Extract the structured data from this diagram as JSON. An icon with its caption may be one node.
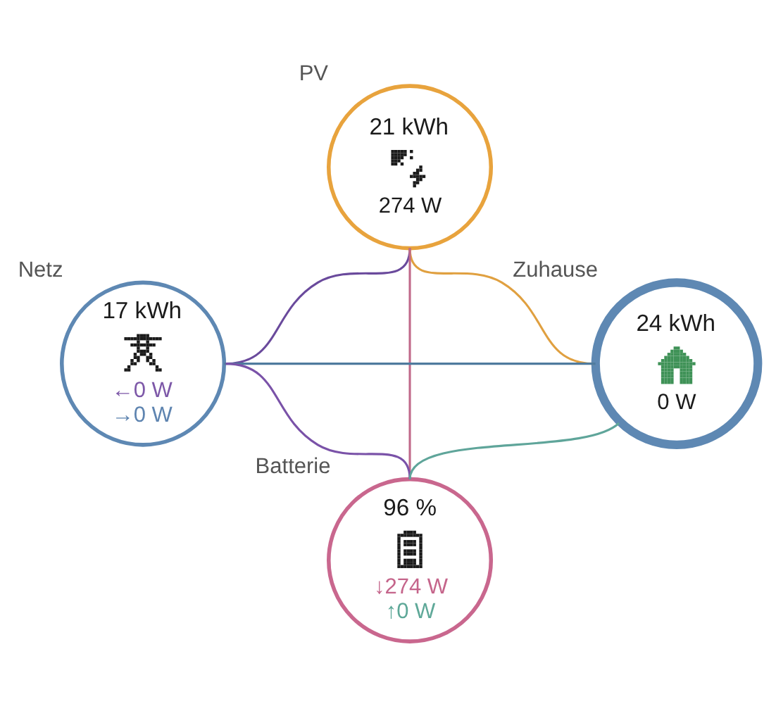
{
  "diagram": {
    "nodes": [
      {
        "text": [
          "21 kWh",
          "274 W"
        ],
        "beside": [
          "PV"
        ]
      },
      {
        "text": [
          "17 kWh",
          "←0 W",
          "→0 W"
        ],
        "beside": [
          "Netz"
        ]
      },
      {
        "text": [
          "24 kWh",
          "0 W"
        ],
        "beside": [
          "Zuhause"
        ]
      },
      {
        "text": [
          "96 %",
          "↓274 W",
          "↑0 W"
        ],
        "beside": [
          "Batterie"
        ]
      }
    ],
    "edges": [
      {
        "from": 0,
        "to": 1,
        "arrow": "none",
        "color": "#6a4a9c"
      },
      {
        "from": 0,
        "to": 3,
        "arrow": "none",
        "color": "#c0698a"
      },
      {
        "from": 0,
        "to": 2,
        "arrow": "none",
        "color": "#e0a040"
      },
      {
        "from": 1,
        "to": 2,
        "arrow": "none",
        "color": "#4f7b9e"
      },
      {
        "from": 1,
        "to": 3,
        "arrow": "none",
        "color": "#7a52a8"
      },
      {
        "from": 2,
        "to": 3,
        "arrow": "none",
        "color": "#5fa59a"
      }
    ]
  }
}
